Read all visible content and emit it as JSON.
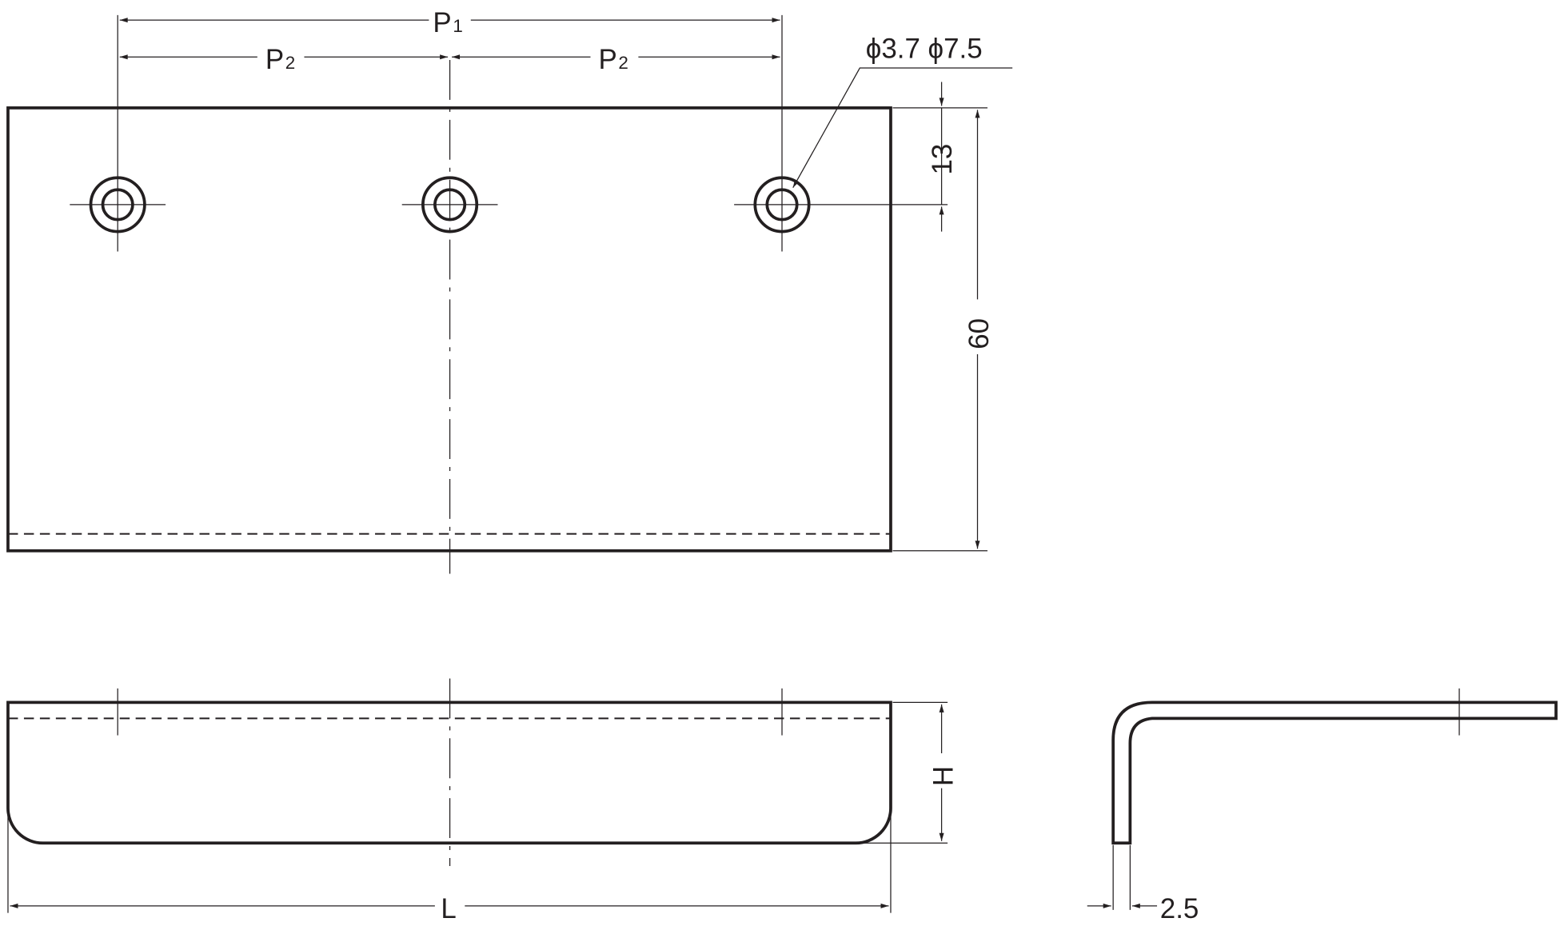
{
  "dimensions": {
    "p1": {
      "main": "P",
      "sub": "1"
    },
    "p2_left": {
      "main": "P",
      "sub": "2"
    },
    "p2_right": {
      "main": "P",
      "sub": "2"
    },
    "hole_callout": "ϕ3.7 ϕ7.5",
    "hole_offset": "13",
    "width": "60",
    "height": "H",
    "length": "L",
    "thickness": "2.5"
  }
}
